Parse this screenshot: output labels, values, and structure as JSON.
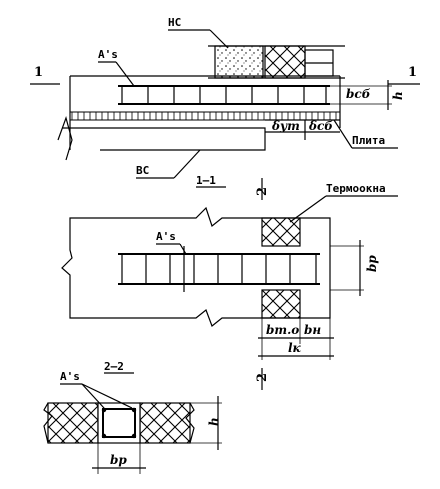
{
  "section_marks": {
    "left": "1",
    "right": "1",
    "top_2": "2",
    "bottom_2": "2"
  },
  "top_view": {
    "label_hs": "НС",
    "label_as": "A's",
    "label_bc": "ВС",
    "label_plita": "Плита",
    "dim_b_sb": "bсб",
    "dim_h": "h",
    "dim_delta_ut": "δут",
    "dim_delta_sb": "δсб"
  },
  "section_1_1": {
    "title": "1–1",
    "label_thermo": "Термоокна",
    "label_as": "A's",
    "dim_bp": "bр",
    "dim_bto": "bт.о",
    "dim_bn": "bн",
    "dim_lk": "lк"
  },
  "section_2_2": {
    "title": "2–2",
    "label_as": "A's",
    "dim_h": "h",
    "dim_bp": "bр"
  }
}
